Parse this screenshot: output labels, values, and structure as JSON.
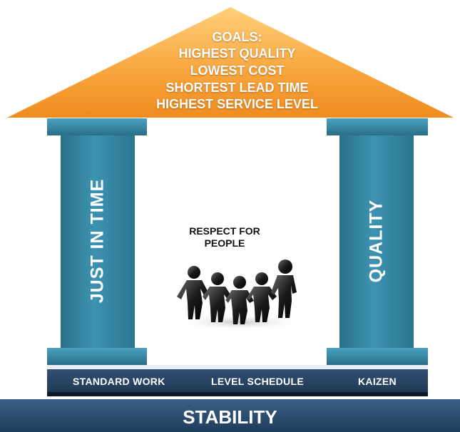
{
  "roof": {
    "line1": "GOALS:",
    "line2": "HIGHEST QUALITY",
    "line3": "LOWEST COST",
    "line4": "SHORTEST LEAD TIME",
    "line5": "HIGHEST SERVICE LEVEL"
  },
  "pillars": {
    "left": "JUST IN TIME",
    "right": "QUALITY"
  },
  "center": {
    "line1": "RESPECT FOR",
    "line2": "PEOPLE",
    "icon": "people-holding-hands-icon"
  },
  "foundation": {
    "items": [
      "STANDARD WORK",
      "LEVEL SCHEDULE",
      "KAIZEN"
    ]
  },
  "base": {
    "label": "STABILITY"
  },
  "colors": {
    "roof": "#f7a33c",
    "pillar": "#3a8aa6",
    "band": "#2b4a6e",
    "base": "#284a6c"
  }
}
